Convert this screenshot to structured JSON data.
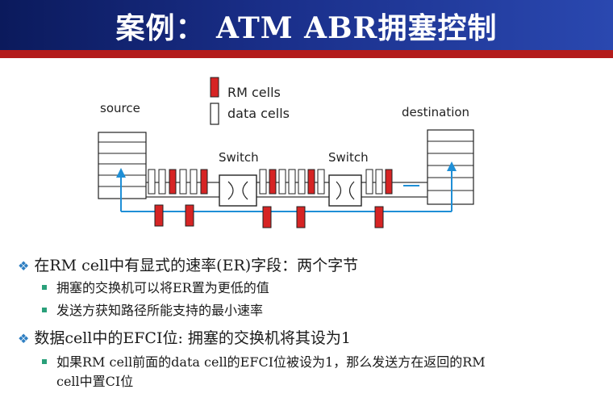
{
  "title": "案例： ATM ABR拥塞控制",
  "diagram": {
    "source_label": "source",
    "destination_label": "destination",
    "switch1_label": "Switch",
    "switch2_label": "Switch",
    "legend_rm": "RM cells",
    "legend_data": "data cells",
    "colors": {
      "rm": "#d62424",
      "link": "#1f8fd6",
      "line": "#333333"
    }
  },
  "bullets": [
    {
      "text": "在RM cell中有显式的速率(ER)字段：两个字节",
      "sub": [
        "拥塞的交换机可以将ER置为更低的值",
        "发送方获知路径所能支持的最小速率"
      ]
    },
    {
      "text": "数据cell中的EFCI位: 拥塞的交换机将其设为1",
      "sub": [
        "如果RM cell前面的data cell的EFCI位被设为1，那么发送方在返回的RM",
        "cell中置CI位"
      ]
    }
  ]
}
